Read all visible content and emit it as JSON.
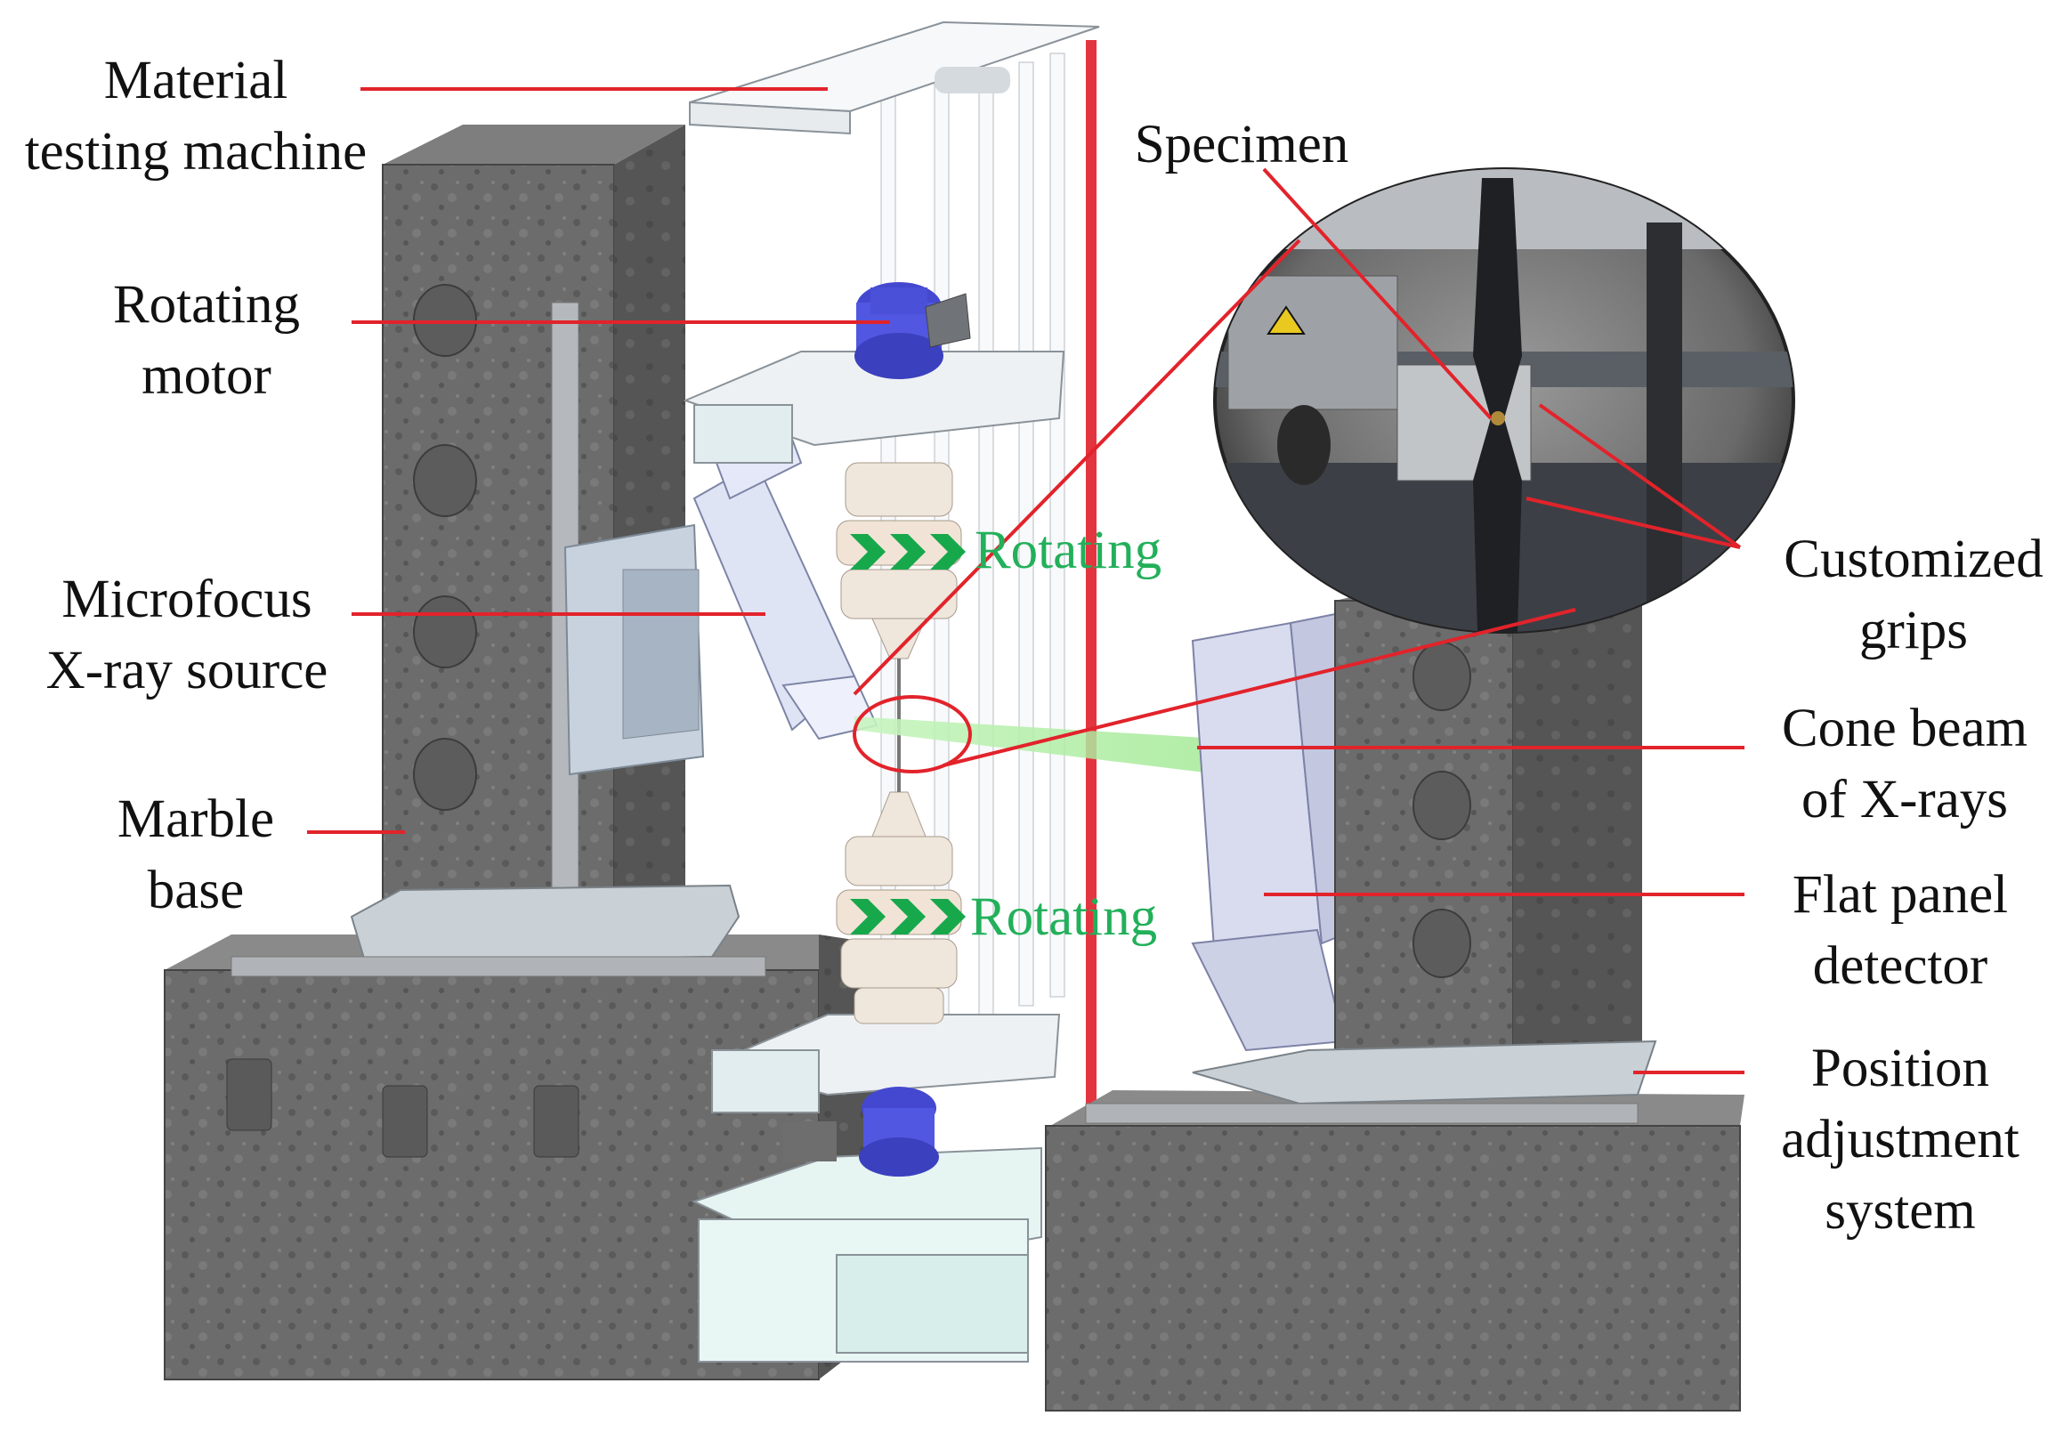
{
  "labels": {
    "material_testing_machine": [
      "Material",
      "testing machine"
    ],
    "rotating_motor": [
      "Rotating",
      "motor"
    ],
    "microfocus_xray_source": [
      "Microfocus",
      "X-ray source"
    ],
    "marble_base": [
      "Marble",
      "base"
    ],
    "specimen": [
      "Specimen"
    ],
    "customized_grips": [
      "Customized",
      "grips"
    ],
    "cone_beam": [
      "Cone beam",
      "of X-rays"
    ],
    "flat_panel_detector": [
      "Flat panel",
      "detector"
    ],
    "position_adjustment_system": [
      "Position",
      "adjustment",
      "system"
    ]
  },
  "rotating": {
    "top": "Rotating",
    "bottom": "Rotating"
  },
  "colors": {
    "leader_line": "#e2232b",
    "rotating_text": "#22b05a",
    "marble": "#6b6b6b",
    "motor": "#4a4fd6",
    "frame": "#f4f6f8",
    "beam": "#b8f0b0"
  }
}
